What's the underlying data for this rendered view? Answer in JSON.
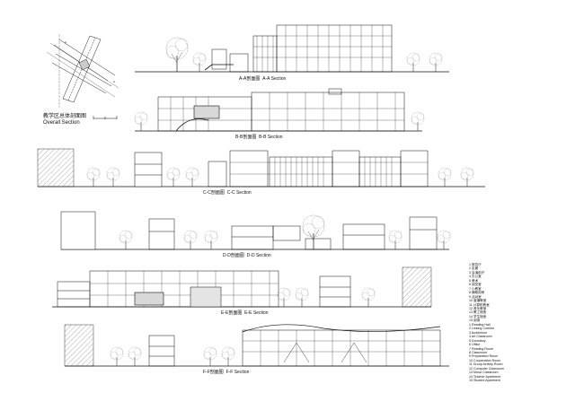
{
  "overall": {
    "cn": "教学区总体剖面图",
    "en": "Overall Section"
  },
  "sections": [
    {
      "cn": "A-A剖面图",
      "en": "A-A Section"
    },
    {
      "cn": "B-B剖面图",
      "en": "B-B Section"
    },
    {
      "cn": "C-C剖面图",
      "en": "C-C Section"
    },
    {
      "cn": "D-D剖面图",
      "en": "D-D Section"
    },
    {
      "cn": "E-E剖面图",
      "en": "E-E Section"
    },
    {
      "cn": "F-F剖面图",
      "en": "F-F Section"
    }
  ],
  "legend_cn": [
    "1 报告厅",
    "2 走廊",
    "3 会演前厅",
    "4 办公室",
    "5 美术",
    "6 阅览室",
    "7 小教室",
    "8 辅助用房",
    "9 活动室",
    "10 普通教室",
    "11 计算机教室",
    "12 音乐教室",
    "13 教工宿舍",
    "14 学生宿舍",
    "15 阅读"
  ],
  "legend_en": [
    "1 Reading Hall",
    "2 Linking Corridor",
    "3 Auditorium",
    "4 Art Classroom",
    "5 Dormitory",
    "6 Office",
    "7 Reading Room",
    "8 Classroom",
    "9 Preparation Room",
    "10 Cooperation Room",
    "11 Group Activity Room",
    "12 Computer Classroom",
    "13 Music Classroom",
    "14 Teacher Apartment",
    "15 Student Apartment"
  ],
  "colors": {
    "ink": "#111111",
    "fill": "#d8d8d8",
    "hatch": "#9a9a9a"
  }
}
